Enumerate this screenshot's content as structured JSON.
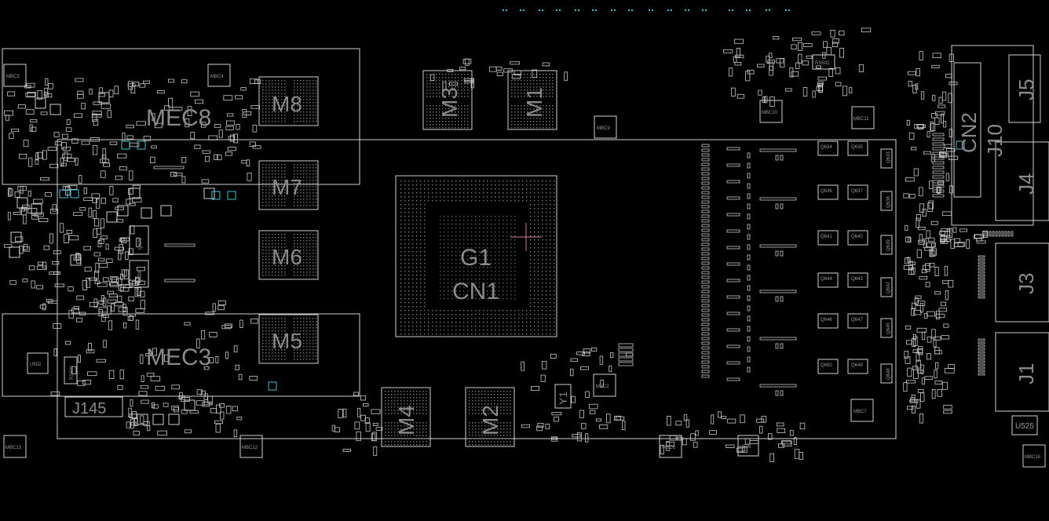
{
  "board": {
    "background": "#000000",
    "outline_color": "#d0d0d0",
    "cyan_accent": "#40c0d0",
    "pink_accent": "#d08090"
  },
  "labels": {
    "mec8": "MEC8",
    "mec3": "MEC3",
    "m8": "M8",
    "m7": "M7",
    "m6": "M6",
    "m5": "M5",
    "m4": "M4",
    "m3": "M3",
    "m2": "M2",
    "m1": "M1",
    "g1": "G1",
    "cn1": "CN1",
    "cn2": "CN2",
    "j10": "J10",
    "j5": "J5",
    "j4": "J4",
    "j3": "J3",
    "j1": "J1",
    "j145": "J145",
    "y1": "Y1",
    "u525": "U525"
  },
  "small_labels": {
    "mbc3": "MBC3",
    "mbc4": "MBC4",
    "mbc9": "MBC9",
    "mbc10": "MBC10",
    "mbc11": "MBC11",
    "mbc2": "MBC2",
    "mbc7": "MBC7",
    "mbc6": "MBC6",
    "mbc12": "MBC12",
    "mbc13": "MBC13",
    "mbc15": "MBC15",
    "rs502": "RS502",
    "rs501": "RS501",
    "u502": "U502",
    "u506": "U506",
    "q629": "Q629",
    "q639": "Q639",
    "q634": "Q634",
    "q635": "Q635",
    "q636": "Q636",
    "q637": "Q637",
    "q641": "Q641",
    "q640": "Q640",
    "q644": "Q644",
    "q643": "Q643",
    "q646": "Q646",
    "q647": "Q647",
    "q650": "Q650",
    "q649": "Q649",
    "q633": "Q633",
    "q638": "Q638",
    "q639b": "Q639",
    "q642": "Q642",
    "q645": "Q645",
    "q648": "Q648"
  }
}
